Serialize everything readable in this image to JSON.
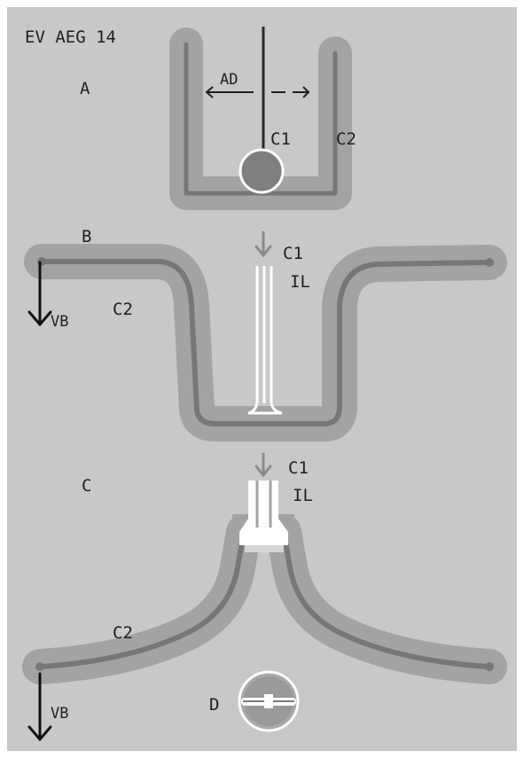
{
  "figure_title": "EV AEG 14",
  "panels": {
    "a": {
      "label": "A",
      "direction_label": "AD",
      "c1_label": "C1",
      "c2_label": "C2"
    },
    "b": {
      "label": "B",
      "c1_label": "C1",
      "il_label": "IL",
      "c2_label": "C2",
      "vb_label": "VB"
    },
    "c": {
      "label": "C",
      "c1_label": "C1",
      "il_label": "IL",
      "c2_label": "C2",
      "vb_label": "VB",
      "d_label": "D"
    }
  },
  "colors": {
    "background": "#c8c8c8",
    "outer_border": "#ffffff",
    "membrane_light": "#a3a3a3",
    "membrane_dark": "#777777",
    "ink": "#1f1f1f",
    "white": "#ffffff",
    "c1_body": "#7f7f7f",
    "down_arrow": "#8a8a8a"
  }
}
